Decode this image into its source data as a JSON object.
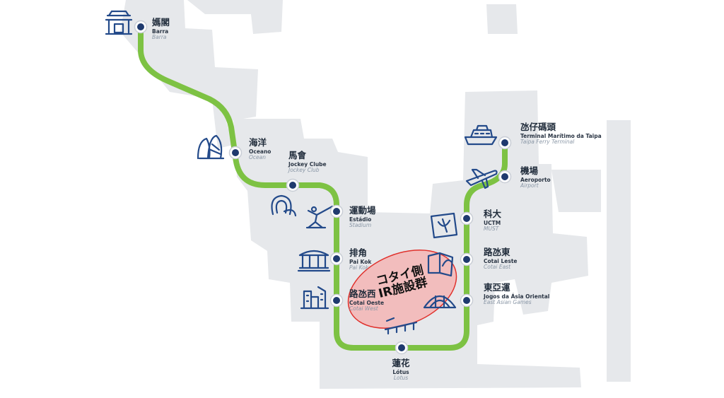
{
  "colors": {
    "land": "#e6e8eb",
    "line": "#7dc243",
    "station_ring": "#1f3a6e",
    "icon": "#234a8a",
    "highlight_fill": "#f3b5b5",
    "highlight_stroke": "#e0312c"
  },
  "annotation": {
    "line1": "コタイ側",
    "line2": "IR施設群"
  },
  "stations": [
    {
      "id": "barra",
      "zh": "媽閣",
      "pt": "Barra",
      "en": "Barra",
      "icon": "temple-icon"
    },
    {
      "id": "oceano",
      "zh": "海洋",
      "pt": "Oceano",
      "en": "Ocean",
      "icon": "seashell-towers-icon"
    },
    {
      "id": "jockey",
      "zh": "馬會",
      "pt": "Jockey Clube",
      "en": "Jockey Club",
      "icon": "horseshoe-icon"
    },
    {
      "id": "estadio",
      "zh": "運動場",
      "pt": "Estádio",
      "en": "Stadium",
      "icon": "fencer-icon"
    },
    {
      "id": "paikok",
      "zh": "排角",
      "pt": "Pai Kok",
      "en": "Pai Kok",
      "icon": "pavilion-icon"
    },
    {
      "id": "cotaioeste",
      "zh": "路氹西",
      "pt": "Cotai Oeste",
      "en": "Cotai West",
      "icon": "skyline-icon"
    },
    {
      "id": "lotus",
      "zh": "蓮花",
      "pt": "Lótus",
      "en": "Lotus",
      "icon": "bridge-icon"
    },
    {
      "id": "jogos",
      "zh": "東亞運",
      "pt": "Jogos da Ásia Oriental",
      "en": "East Asian Games",
      "icon": "dome-icon"
    },
    {
      "id": "cotaileste",
      "zh": "路氹東",
      "pt": "Cotai Leste",
      "en": "Cotai East",
      "icon": "book-icon"
    },
    {
      "id": "must",
      "zh": "科大",
      "pt": "UCTM",
      "en": "MUST",
      "icon": "university-icon"
    },
    {
      "id": "aeroporto",
      "zh": "機場",
      "pt": "Aeroporto",
      "en": "Airport",
      "icon": "airplane-icon"
    },
    {
      "id": "ferry",
      "zh": "氹仔碼頭",
      "pt": "Terminal Marítimo da Taipa",
      "en": "Taipa Ferry Terminal",
      "icon": "ferry-icon"
    }
  ]
}
